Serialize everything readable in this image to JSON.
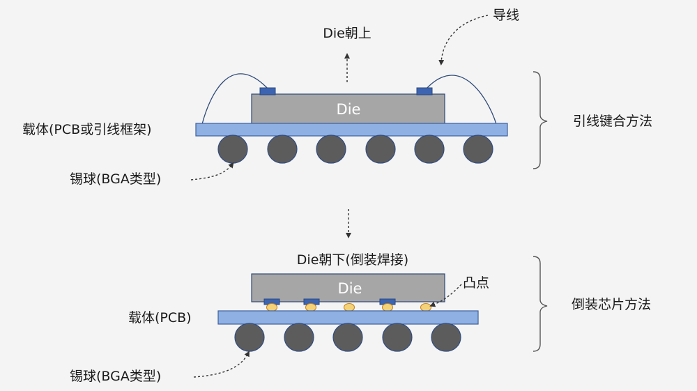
{
  "top": {
    "label_die_up": "Die朝上",
    "label_wire": "导线",
    "die_text": "Die",
    "label_carrier": "载体(PCB或引线框架)",
    "label_balls": "锡球(BGA类型)",
    "method": "引线键合方法"
  },
  "bottom": {
    "label_die_down": "Die朝下(倒装焊接)",
    "label_bump": "凸点",
    "die_text": "Die",
    "label_carrier": "载体(PCB)",
    "label_balls": "锡球(BGA类型)",
    "method": "倒装芯片方法"
  },
  "colors": {
    "background": "#f4f4f4",
    "die_fill": "#a6a6a6",
    "die_stroke": "#2f4a7a",
    "pcb_fill": "#8fb0e3",
    "pcb_stroke": "#3d5f9e",
    "ball_fill": "#5c5c5c",
    "ball_stroke": "#324d80",
    "pad_fill": "#3c64b0",
    "bump_fill": "#f3d27a",
    "bump_stroke": "#c9821a",
    "wire": "#2e4a78",
    "text": "#1a1a1a"
  }
}
